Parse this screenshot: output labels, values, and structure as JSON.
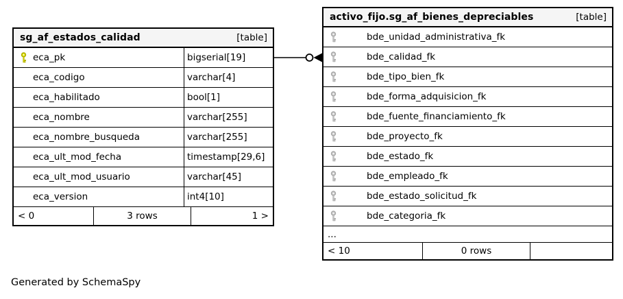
{
  "note": "Generated by SchemaSpy",
  "colors": {
    "header_bg": "#f5f5f5",
    "border": "#000000",
    "pk_key": "#e3e300",
    "fk_key": "#c4c4c4",
    "connector_line": "#404040"
  },
  "icons": {
    "primary_key": "yellow-key-icon",
    "foreign_key": "gray-key-icon",
    "relationship_end": "zero-one-circle-arrow"
  },
  "tables": {
    "left": {
      "title": "sg_af_estados_calidad",
      "badge": "[table]",
      "columns": [
        {
          "name": "eca_pk",
          "type": "bigserial[19]",
          "key": "primary"
        },
        {
          "name": "eca_codigo",
          "type": "varchar[4]",
          "key": ""
        },
        {
          "name": "eca_habilitado",
          "type": "bool[1]",
          "key": ""
        },
        {
          "name": "eca_nombre",
          "type": "varchar[255]",
          "key": ""
        },
        {
          "name": "eca_nombre_busqueda",
          "type": "varchar[255]",
          "key": ""
        },
        {
          "name": "eca_ult_mod_fecha",
          "type": "timestamp[29,6]",
          "key": ""
        },
        {
          "name": "eca_ult_mod_usuario",
          "type": "varchar[45]",
          "key": ""
        },
        {
          "name": "eca_version",
          "type": "int4[10]",
          "key": ""
        }
      ],
      "footer": {
        "prev": "< 0",
        "rows": "3 rows",
        "next": "1 >"
      }
    },
    "right": {
      "title": "activo_fijo.sg_af_bienes_depreciables",
      "badge": "[table]",
      "columns": [
        {
          "name": "bde_unidad_administrativa_fk",
          "key": "foreign"
        },
        {
          "name": "bde_calidad_fk",
          "key": "foreign"
        },
        {
          "name": "bde_tipo_bien_fk",
          "key": "foreign"
        },
        {
          "name": "bde_forma_adquisicion_fk",
          "key": "foreign"
        },
        {
          "name": "bde_fuente_financiamiento_fk",
          "key": "foreign"
        },
        {
          "name": "bde_proyecto_fk",
          "key": "foreign"
        },
        {
          "name": "bde_estado_fk",
          "key": "foreign"
        },
        {
          "name": "bde_empleado_fk",
          "key": "foreign"
        },
        {
          "name": "bde_estado_solicitud_fk",
          "key": "foreign"
        },
        {
          "name": "bde_categoria_fk",
          "key": "foreign"
        }
      ],
      "ellipsis": "...",
      "footer": {
        "prev": "< 10",
        "rows": "0 rows",
        "next": ""
      }
    }
  }
}
